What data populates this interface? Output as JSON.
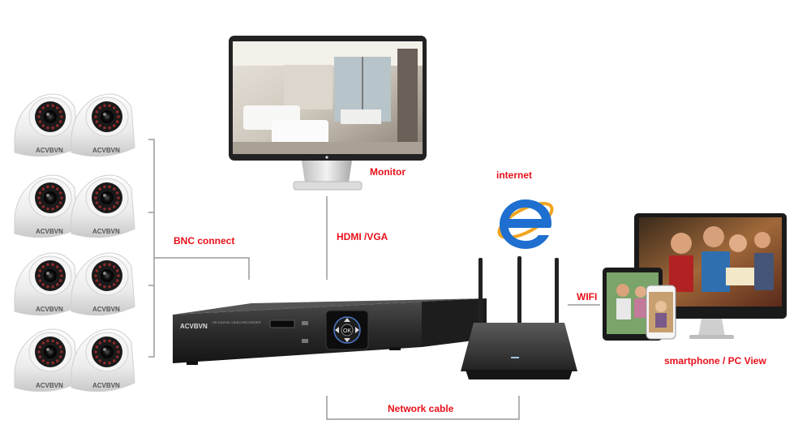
{
  "labels": {
    "monitor": "Monitor",
    "internet": "internet",
    "bnc": "BNC connect",
    "hdmi": "HDMI /VGA",
    "wifi": "WIFI",
    "pcview": "smartphone / PC View",
    "network": "Network cable"
  },
  "camera_brand": "ACVBVN",
  "dvr": {
    "brand": "ACVBVN",
    "model": "HD DIGITAL VIDEO RECORDER",
    "ok_label": "OK"
  },
  "colors": {
    "label_red": "#e8101a",
    "line_gray": "#9a9a9a",
    "dvr_body": "#2a2a2a",
    "ie_blue": "#1e6fd0"
  },
  "cameras": {
    "rows": 4,
    "per_row": 2
  }
}
